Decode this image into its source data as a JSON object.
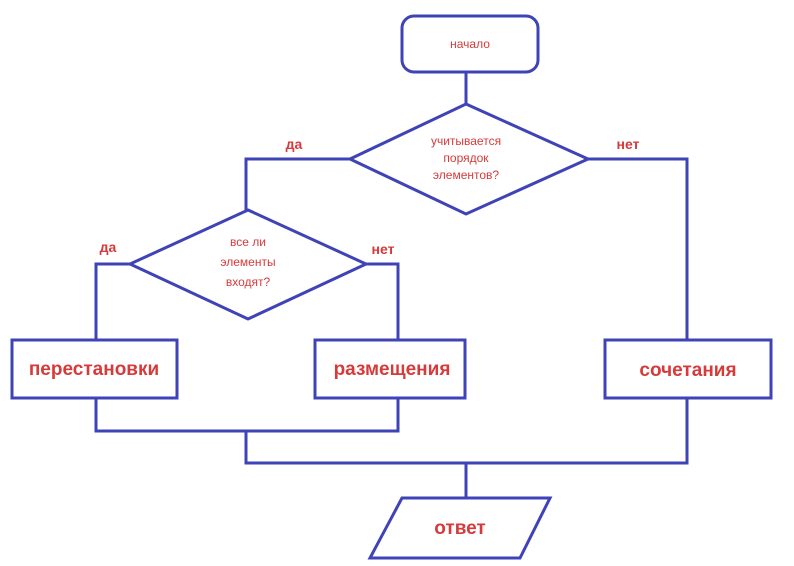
{
  "colors": {
    "line": "#3f43b8",
    "text": "#d63a3a",
    "background": "#ffffff"
  },
  "nodes": {
    "start": {
      "label": "начало"
    },
    "decision1": {
      "lines": [
        "учитывается",
        "порядок",
        "элементов?"
      ]
    },
    "decision2": {
      "lines": [
        "все ли",
        "элементы",
        "входят?"
      ]
    },
    "permutations": {
      "label": "перестановки"
    },
    "arrangements": {
      "label": "размещения"
    },
    "combinations": {
      "label": "сочетания"
    },
    "answer": {
      "label": "ответ"
    }
  },
  "branches": {
    "d1_yes": "да",
    "d1_no": "нет",
    "d2_yes": "да",
    "d2_no": "нет"
  }
}
